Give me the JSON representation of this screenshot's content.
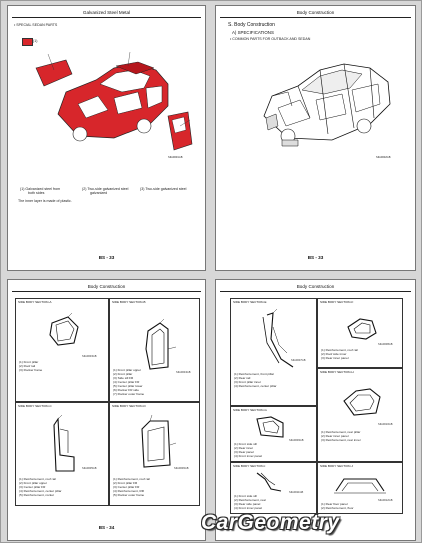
{
  "watermark": "CarGeometry",
  "pages": {
    "p1": {
      "title": "Galvanized Steel Metal",
      "section": "• SPECIAL SEDAN PARTS",
      "legend_tag": "(1)",
      "image_code": "SIIA0001GB",
      "captions": [
        "(1)  Galvanized steel from",
        "(2)  Two-side galvanized steel",
        "(3)  Two-side galvanized steel"
      ],
      "captions_line2": [
        "both sides",
        "galvanized",
        ""
      ],
      "note": "The inner layer is made of plastic.",
      "page_number": "BS - 33"
    },
    "p2": {
      "title": "Body Construction",
      "heading": "S. Body Construction",
      "sub1": "A) SPECIFICATIONS",
      "sub2": "• COMMON PARTS FOR OUTBACK AND SEDAN",
      "image_code": "SIIA0002GB",
      "page_number": "BS - 33"
    },
    "p3": {
      "title": "Body Construction",
      "page_number": "BS - 34",
      "cells": [
        {
          "head": "SIDE BODY SECTION-A",
          "code": "SIIA0003GB",
          "items": [
            "(1)  Front pillar",
            "(2)  Roof rail",
            "(3)  Rocker frame"
          ]
        },
        {
          "head": "SIDE BODY SECTION-B",
          "code": "SIIA0004GB",
          "items": [
            "(1)  Front pillar upper",
            "(2)  Front pillar",
            "(3)  Side sill FR",
            "(4)  Center pillar FR",
            "(5)  Center pillar lower",
            "(6)  Rocker FR side",
            "(7)  Rocker outer frame"
          ]
        },
        {
          "head": "SIDE BODY SECTION-C",
          "code": "SIIA0005GB",
          "items": [
            "(1)  Reinforcement, roof rail",
            "(2)  Front pillar upper",
            "(3)  Center pillar FR",
            "(4)  Reinforcement, center pillar",
            "(5)  Reinforcement, rocker"
          ]
        },
        {
          "head": "SIDE BODY SECTION-D",
          "code": "SIIA0006GB",
          "items": [
            "(1)  Reinforcement, roof rail",
            "(2)  Front pillar FR",
            "(3)  Center pillar FR",
            "(4)  Reinforcement, RR",
            "(5)  Rocker outer frame"
          ]
        }
      ]
    },
    "p4": {
      "title": "Body Construction",
      "page_number": "BS - 35",
      "cells": [
        {
          "head": "SIDE BODY SECTION-E",
          "code": "SIIA0007GB",
          "items": [
            "(1)  Reinforcement, front pillar",
            "(2)  Rear rail",
            "(3)  Front pillar inner",
            "(4)  Reinforcement, center pillar"
          ]
        },
        {
          "head": "SIDE BODY SECTION-F",
          "code": "SIIA0008GB",
          "items": [
            "(1)  Reinforcement, roof rail",
            "(2)  Roof side inner",
            "(3)  Rear inner panel"
          ]
        },
        {
          "head": "SIDE BODY SECTION-G",
          "code": "SIIA0009GB",
          "items": [
            "(1)  Front side sill",
            "(2)  Rear inner",
            "(3)  Rear panel",
            "(4)  Front inner panel"
          ]
        },
        {
          "head": "SIDE BODY SECTION-H",
          "code": "SIIA0010GB",
          "items": [
            "(1)  Reinforcement, rear pillar",
            "(2)  Rear inner panel",
            "(3)  Reinforcement, rear inner"
          ]
        },
        {
          "head": "SIDE BODY SECTION-I",
          "code": "SIIA0011GB",
          "items": [
            "(1)  Front side sill",
            "(2)  Reinforcement, rear",
            "(3)  Rear side panel",
            "(4)  Front inner panel"
          ]
        },
        {
          "head": "SIDE BODY SECTION-J",
          "code": "SIIA0012GB",
          "items": [
            "(1)  Rear floor panel",
            "(2)  Reinforcement, floor"
          ]
        }
      ]
    }
  }
}
